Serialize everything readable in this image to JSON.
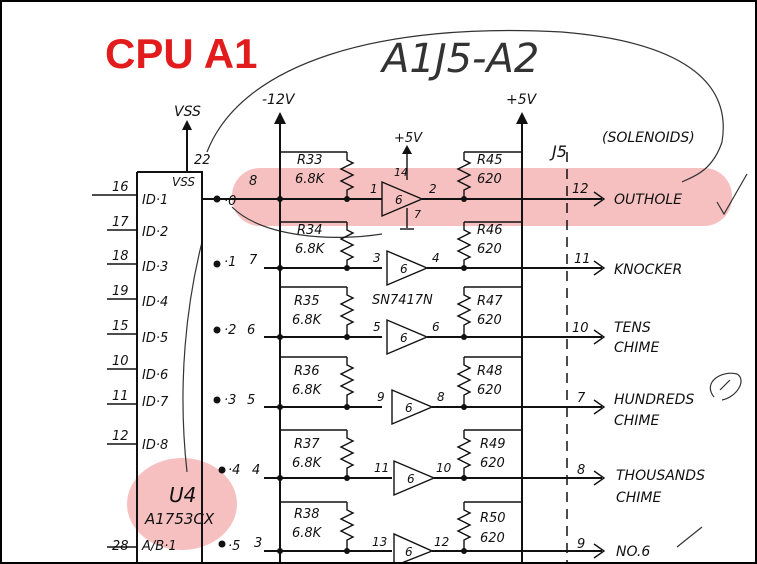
{
  "title": "CPU A1",
  "pencil_note": "A1J5-A2",
  "rails": {
    "vss": "VSS",
    "neg12": "-12V",
    "pos5": "+5V",
    "pos5_buffer": "+5V"
  },
  "connector": {
    "label": "J5",
    "group_note": "(SOLENOIDS)"
  },
  "chip": {
    "name": "U4",
    "part": "A1753CX",
    "pin22_label": "22",
    "vss_pin_label": "VSS",
    "pins": [
      {
        "num": "16",
        "name": "ID·1"
      },
      {
        "num": "17",
        "name": "ID·2"
      },
      {
        "num": "18",
        "name": "ID·3"
      },
      {
        "num": "19",
        "name": "ID·4"
      },
      {
        "num": "15",
        "name": "ID·5"
      },
      {
        "num": "10",
        "name": "ID·6"
      },
      {
        "num": "11",
        "name": "ID·7"
      },
      {
        "num": "12",
        "name": "ID·8"
      },
      {
        "num": "28",
        "name": "A/B·1"
      }
    ]
  },
  "buffer_part": "SN7417N",
  "channels": [
    {
      "port": "·0",
      "pin": "8",
      "res_in": "R33",
      "res_in_val": "6.8K",
      "buf_in": "1",
      "buf": "6",
      "buf_out": "2",
      "buf_vcc": "14",
      "buf_gnd": "7",
      "res_out": "R45",
      "res_out_val": "620",
      "j5": "12",
      "label1": "OUTHOLE",
      "label2": ""
    },
    {
      "port": "·1",
      "pin": "7",
      "res_in": "R34",
      "res_in_val": "6.8K",
      "buf_in": "3",
      "buf": "6",
      "buf_out": "4",
      "res_out": "R46",
      "res_out_val": "620",
      "j5": "11",
      "label1": "KNOCKER",
      "label2": ""
    },
    {
      "port": "·2",
      "pin": "6",
      "res_in": "R35",
      "res_in_val": "6.8K",
      "buf_in": "5",
      "buf": "6",
      "buf_out": "6",
      "res_out": "R47",
      "res_out_val": "620",
      "j5": "10",
      "label1": "TENS",
      "label2": "CHIME"
    },
    {
      "port": "·3",
      "pin": "5",
      "res_in": "R36",
      "res_in_val": "6.8K",
      "buf_in": "9",
      "buf": "6",
      "buf_out": "8",
      "res_out": "R48",
      "res_out_val": "620",
      "j5": "7",
      "label1": "HUNDREDS",
      "label2": "CHIME"
    },
    {
      "port": "·4",
      "pin": "4",
      "res_in": "R37",
      "res_in_val": "6.8K",
      "buf_in": "11",
      "buf": "6",
      "buf_out": "10",
      "res_out": "R49",
      "res_out_val": "620",
      "j5": "8",
      "label1": "THOUSANDS",
      "label2": "CHIME"
    },
    {
      "port": "·5",
      "pin": "3",
      "res_in": "R38",
      "res_in_val": "6.8K",
      "buf_in": "13",
      "buf": "6",
      "buf_out": "12",
      "res_out": "R50",
      "res_out_val": "620",
      "j5": "9",
      "label1": "NO.6",
      "label2": ""
    }
  ],
  "colors": {
    "title": "#e21c1c",
    "highlight": "#f08c8c",
    "ink": "#111111"
  }
}
